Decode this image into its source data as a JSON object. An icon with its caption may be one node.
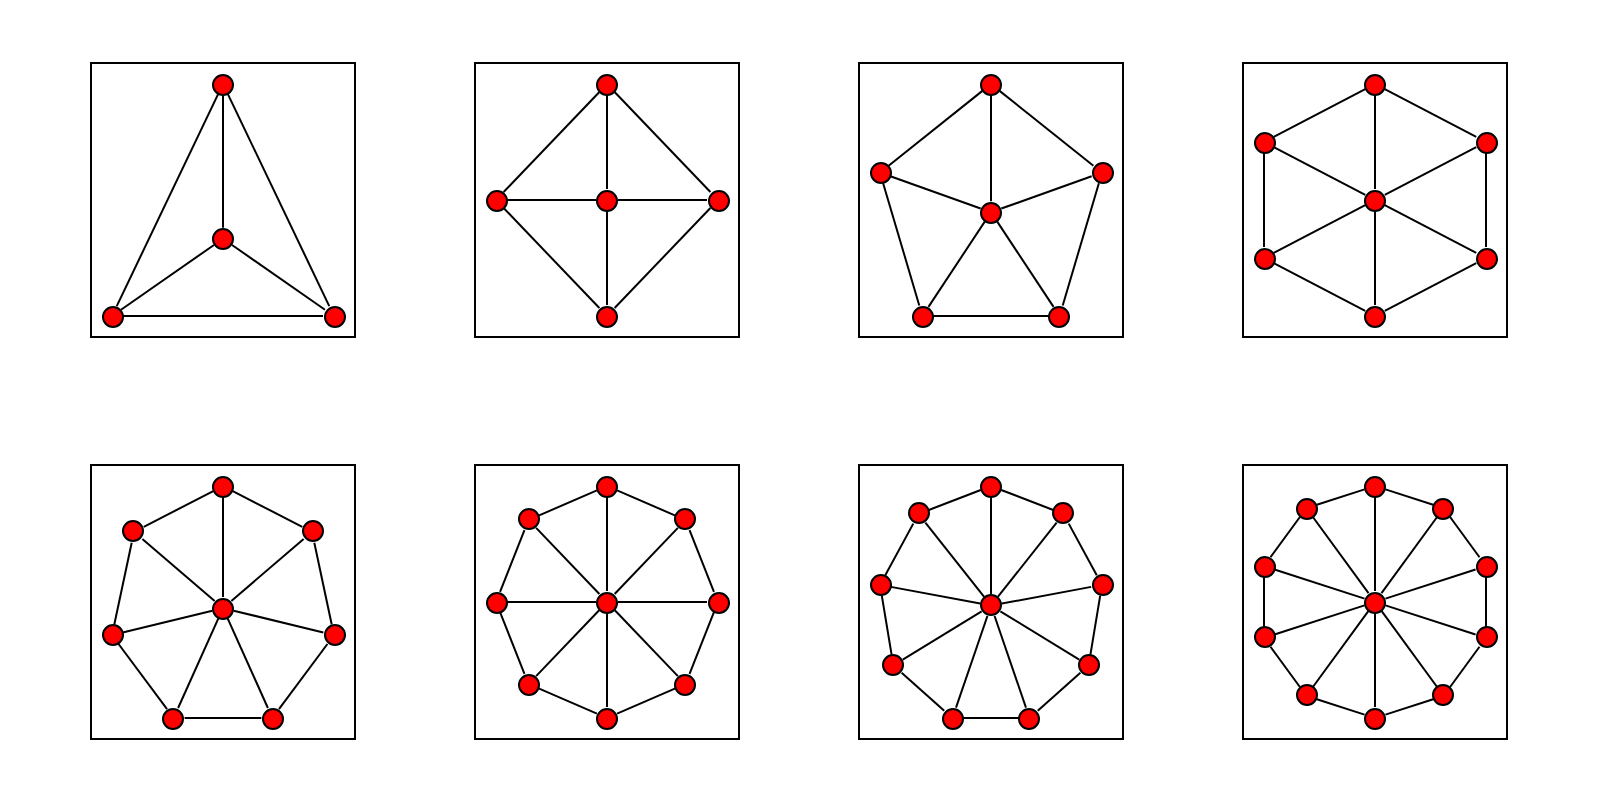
{
  "diagram": {
    "nodes": [
      {
        "text": [],
        "shape": "box"
      },
      {
        "text": [],
        "shape": "circle",
        "in": 0
      },
      {
        "text": [],
        "shape": "circle",
        "in": 0
      },
      {
        "text": [],
        "shape": "circle",
        "in": 0
      },
      {
        "text": [],
        "shape": "circle",
        "in": 0
      },
      {
        "text": [],
        "shape": "box"
      },
      {
        "text": [],
        "shape": "circle",
        "in": 5
      },
      {
        "text": [],
        "shape": "circle",
        "in": 5
      },
      {
        "text": [],
        "shape": "circle",
        "in": 5
      },
      {
        "text": [],
        "shape": "circle",
        "in": 5
      },
      {
        "text": [],
        "shape": "circle",
        "in": 5
      },
      {
        "text": [],
        "shape": "box"
      },
      {
        "text": [],
        "shape": "circle",
        "in": 11
      },
      {
        "text": [],
        "shape": "circle",
        "in": 11
      },
      {
        "text": [],
        "shape": "circle",
        "in": 11
      },
      {
        "text": [],
        "shape": "circle",
        "in": 11
      },
      {
        "text": [],
        "shape": "circle",
        "in": 11
      },
      {
        "text": [],
        "shape": "circle",
        "in": 11
      },
      {
        "text": [],
        "shape": "box"
      },
      {
        "text": [],
        "shape": "circle",
        "in": 18
      },
      {
        "text": [],
        "shape": "circle",
        "in": 18
      },
      {
        "text": [],
        "shape": "circle",
        "in": 18
      },
      {
        "text": [],
        "shape": "circle",
        "in": 18
      },
      {
        "text": [],
        "shape": "circle",
        "in": 18
      },
      {
        "text": [],
        "shape": "circle",
        "in": 18
      },
      {
        "text": [],
        "shape": "circle",
        "in": 18
      },
      {
        "text": [],
        "shape": "box"
      },
      {
        "text": [],
        "shape": "circle",
        "in": 26
      },
      {
        "text": [],
        "shape": "circle",
        "in": 26
      },
      {
        "text": [],
        "shape": "circle",
        "in": 26
      },
      {
        "text": [],
        "shape": "circle",
        "in": 26
      },
      {
        "text": [],
        "shape": "circle",
        "in": 26
      },
      {
        "text": [],
        "shape": "circle",
        "in": 26
      },
      {
        "text": [],
        "shape": "circle",
        "in": 26
      },
      {
        "text": [],
        "shape": "circle",
        "in": 26
      },
      {
        "text": [],
        "shape": "box"
      },
      {
        "text": [],
        "shape": "circle",
        "in": 35
      },
      {
        "text": [],
        "shape": "circle",
        "in": 35
      },
      {
        "text": [],
        "shape": "circle",
        "in": 35
      },
      {
        "text": [],
        "shape": "circle",
        "in": 35
      },
      {
        "text": [],
        "shape": "circle",
        "in": 35
      },
      {
        "text": [],
        "shape": "circle",
        "in": 35
      },
      {
        "text": [],
        "shape": "circle",
        "in": 35
      },
      {
        "text": [],
        "shape": "circle",
        "in": 35
      },
      {
        "text": [],
        "shape": "circle",
        "in": 35
      },
      {
        "text": [],
        "shape": "box"
      },
      {
        "text": [],
        "shape": "circle",
        "in": 45
      },
      {
        "text": [],
        "shape": "circle",
        "in": 45
      },
      {
        "text": [],
        "shape": "circle",
        "in": 45
      },
      {
        "text": [],
        "shape": "circle",
        "in": 45
      },
      {
        "text": [],
        "shape": "circle",
        "in": 45
      },
      {
        "text": [],
        "shape": "circle",
        "in": 45
      },
      {
        "text": [],
        "shape": "circle",
        "in": 45
      },
      {
        "text": [],
        "shape": "circle",
        "in": 45
      },
      {
        "text": [],
        "shape": "circle",
        "in": 45
      },
      {
        "text": [],
        "shape": "circle",
        "in": 45
      },
      {
        "text": [],
        "shape": "box"
      },
      {
        "text": [],
        "shape": "circle",
        "in": 56
      },
      {
        "text": [],
        "shape": "circle",
        "in": 56
      },
      {
        "text": [],
        "shape": "circle",
        "in": 56
      },
      {
        "text": [],
        "shape": "circle",
        "in": 56
      },
      {
        "text": [],
        "shape": "circle",
        "in": 56
      },
      {
        "text": [],
        "shape": "circle",
        "in": 56
      },
      {
        "text": [],
        "shape": "circle",
        "in": 56
      },
      {
        "text": [],
        "shape": "circle",
        "in": 56
      },
      {
        "text": [],
        "shape": "circle",
        "in": 56
      },
      {
        "text": [],
        "shape": "circle",
        "in": 56
      },
      {
        "text": [],
        "shape": "circle",
        "in": 56
      }
    ],
    "edges": [
      {
        "from": 1,
        "to": 2,
        "arrow": "none"
      },
      {
        "from": 1,
        "to": 3,
        "arrow": "none"
      },
      {
        "from": 1,
        "to": 4,
        "arrow": "none"
      },
      {
        "from": 2,
        "to": 3,
        "arrow": "none"
      },
      {
        "from": 3,
        "to": 4,
        "arrow": "none"
      },
      {
        "from": 4,
        "to": 2,
        "arrow": "none"
      },
      {
        "from": 6,
        "to": 7,
        "arrow": "none"
      },
      {
        "from": 6,
        "to": 8,
        "arrow": "none"
      },
      {
        "from": 6,
        "to": 9,
        "arrow": "none"
      },
      {
        "from": 6,
        "to": 10,
        "arrow": "none"
      },
      {
        "from": 7,
        "to": 8,
        "arrow": "none"
      },
      {
        "from": 8,
        "to": 9,
        "arrow": "none"
      },
      {
        "from": 9,
        "to": 10,
        "arrow": "none"
      },
      {
        "from": 10,
        "to": 7,
        "arrow": "none"
      },
      {
        "from": 12,
        "to": 13,
        "arrow": "none"
      },
      {
        "from": 12,
        "to": 14,
        "arrow": "none"
      },
      {
        "from": 12,
        "to": 15,
        "arrow": "none"
      },
      {
        "from": 12,
        "to": 16,
        "arrow": "none"
      },
      {
        "from": 12,
        "to": 17,
        "arrow": "none"
      },
      {
        "from": 13,
        "to": 14,
        "arrow": "none"
      },
      {
        "from": 14,
        "to": 15,
        "arrow": "none"
      },
      {
        "from": 15,
        "to": 16,
        "arrow": "none"
      },
      {
        "from": 16,
        "to": 17,
        "arrow": "none"
      },
      {
        "from": 17,
        "to": 13,
        "arrow": "none"
      },
      {
        "from": 19,
        "to": 20,
        "arrow": "none"
      },
      {
        "from": 19,
        "to": 21,
        "arrow": "none"
      },
      {
        "from": 19,
        "to": 22,
        "arrow": "none"
      },
      {
        "from": 19,
        "to": 23,
        "arrow": "none"
      },
      {
        "from": 19,
        "to": 24,
        "arrow": "none"
      },
      {
        "from": 19,
        "to": 25,
        "arrow": "none"
      },
      {
        "from": 20,
        "to": 21,
        "arrow": "none"
      },
      {
        "from": 21,
        "to": 22,
        "arrow": "none"
      },
      {
        "from": 22,
        "to": 23,
        "arrow": "none"
      },
      {
        "from": 23,
        "to": 24,
        "arrow": "none"
      },
      {
        "from": 24,
        "to": 25,
        "arrow": "none"
      },
      {
        "from": 25,
        "to": 20,
        "arrow": "none"
      },
      {
        "from": 27,
        "to": 28,
        "arrow": "none"
      },
      {
        "from": 27,
        "to": 29,
        "arrow": "none"
      },
      {
        "from": 27,
        "to": 30,
        "arrow": "none"
      },
      {
        "from": 27,
        "to": 31,
        "arrow": "none"
      },
      {
        "from": 27,
        "to": 32,
        "arrow": "none"
      },
      {
        "from": 27,
        "to": 33,
        "arrow": "none"
      },
      {
        "from": 27,
        "to": 34,
        "arrow": "none"
      },
      {
        "from": 28,
        "to": 29,
        "arrow": "none"
      },
      {
        "from": 29,
        "to": 30,
        "arrow": "none"
      },
      {
        "from": 30,
        "to": 31,
        "arrow": "none"
      },
      {
        "from": 31,
        "to": 32,
        "arrow": "none"
      },
      {
        "from": 32,
        "to": 33,
        "arrow": "none"
      },
      {
        "from": 33,
        "to": 34,
        "arrow": "none"
      },
      {
        "from": 34,
        "to": 28,
        "arrow": "none"
      },
      {
        "from": 36,
        "to": 37,
        "arrow": "none"
      },
      {
        "from": 36,
        "to": 38,
        "arrow": "none"
      },
      {
        "from": 36,
        "to": 39,
        "arrow": "none"
      },
      {
        "from": 36,
        "to": 40,
        "arrow": "none"
      },
      {
        "from": 36,
        "to": 41,
        "arrow": "none"
      },
      {
        "from": 36,
        "to": 42,
        "arrow": "none"
      },
      {
        "from": 36,
        "to": 43,
        "arrow": "none"
      },
      {
        "from": 36,
        "to": 44,
        "arrow": "none"
      },
      {
        "from": 37,
        "to": 38,
        "arrow": "none"
      },
      {
        "from": 38,
        "to": 39,
        "arrow": "none"
      },
      {
        "from": 39,
        "to": 40,
        "arrow": "none"
      },
      {
        "from": 40,
        "to": 41,
        "arrow": "none"
      },
      {
        "from": 41,
        "to": 42,
        "arrow": "none"
      },
      {
        "from": 42,
        "to": 43,
        "arrow": "none"
      },
      {
        "from": 43,
        "to": 44,
        "arrow": "none"
      },
      {
        "from": 44,
        "to": 37,
        "arrow": "none"
      },
      {
        "from": 46,
        "to": 47,
        "arrow": "none"
      },
      {
        "from": 46,
        "to": 48,
        "arrow": "none"
      },
      {
        "from": 46,
        "to": 49,
        "arrow": "none"
      },
      {
        "from": 46,
        "to": 50,
        "arrow": "none"
      },
      {
        "from": 46,
        "to": 51,
        "arrow": "none"
      },
      {
        "from": 46,
        "to": 52,
        "arrow": "none"
      },
      {
        "from": 46,
        "to": 53,
        "arrow": "none"
      },
      {
        "from": 46,
        "to": 54,
        "arrow": "none"
      },
      {
        "from": 46,
        "to": 55,
        "arrow": "none"
      },
      {
        "from": 47,
        "to": 48,
        "arrow": "none"
      },
      {
        "from": 48,
        "to": 49,
        "arrow": "none"
      },
      {
        "from": 49,
        "to": 50,
        "arrow": "none"
      },
      {
        "from": 50,
        "to": 51,
        "arrow": "none"
      },
      {
        "from": 51,
        "to": 52,
        "arrow": "none"
      },
      {
        "from": 52,
        "to": 53,
        "arrow": "none"
      },
      {
        "from": 53,
        "to": 54,
        "arrow": "none"
      },
      {
        "from": 54,
        "to": 55,
        "arrow": "none"
      },
      {
        "from": 55,
        "to": 47,
        "arrow": "none"
      },
      {
        "from": 57,
        "to": 58,
        "arrow": "none"
      },
      {
        "from": 57,
        "to": 59,
        "arrow": "none"
      },
      {
        "from": 57,
        "to": 60,
        "arrow": "none"
      },
      {
        "from": 57,
        "to": 61,
        "arrow": "none"
      },
      {
        "from": 57,
        "to": 62,
        "arrow": "none"
      },
      {
        "from": 57,
        "to": 63,
        "arrow": "none"
      },
      {
        "from": 57,
        "to": 64,
        "arrow": "none"
      },
      {
        "from": 57,
        "to": 65,
        "arrow": "none"
      },
      {
        "from": 57,
        "to": 66,
        "arrow": "none"
      },
      {
        "from": 57,
        "to": 67,
        "arrow": "none"
      },
      {
        "from": 58,
        "to": 59,
        "arrow": "none"
      },
      {
        "from": 59,
        "to": 60,
        "arrow": "none"
      },
      {
        "from": 60,
        "to": 61,
        "arrow": "none"
      },
      {
        "from": 61,
        "to": 62,
        "arrow": "none"
      },
      {
        "from": 62,
        "to": 63,
        "arrow": "none"
      },
      {
        "from": 63,
        "to": 64,
        "arrow": "none"
      },
      {
        "from": 64,
        "to": 65,
        "arrow": "none"
      },
      {
        "from": 65,
        "to": 66,
        "arrow": "none"
      },
      {
        "from": 66,
        "to": 67,
        "arrow": "none"
      },
      {
        "from": 67,
        "to": 58,
        "arrow": "none"
      }
    ]
  }
}
